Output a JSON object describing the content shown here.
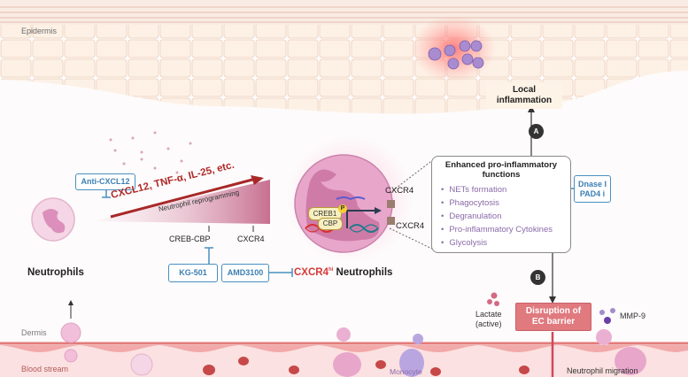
{
  "layers": {
    "epidermis": "Epidermis",
    "dermis": "Dermis",
    "blood_stream": "Blood stream"
  },
  "local_inflammation": "Local inflammation",
  "local_inflammation_lines": [
    "Local",
    "inflammation"
  ],
  "pathway_badges": [
    "A",
    "B"
  ],
  "cytokines": "CXCL12, TNF-α, IL-25, etc.",
  "reprogramming": "Neutrophil reprogramming",
  "targets": {
    "creb_cbp": "CREB-CBP",
    "cxcr4": "CXCR4"
  },
  "inhibitors": {
    "anti_cxcl12": "Anti-CXCL12",
    "kg501": "KG-501",
    "amd3100": "AMD3100",
    "dnase_lines": [
      "Dnase I",
      "PAD4 i"
    ]
  },
  "cell": {
    "creb1": "CREB1",
    "cbp": "CBP",
    "phospho": "P",
    "receptor_top": "CXCR4",
    "receptor_bottom": "CXCR4"
  },
  "neutrophils_label": "Neutrophils",
  "cxcr4hi_label": {
    "prefix": "CXCR4",
    "superscript": "hi",
    "suffix": " Neutrophils"
  },
  "functions": {
    "title_lines": [
      "Enhanced pro-inflammatory",
      "functions"
    ],
    "items": [
      "NETs formation",
      "Phagocytosis",
      "Degranulation",
      "Pro-inflammatory Cytokines",
      "Glycolysis"
    ]
  },
  "ec_barrier_lines": [
    "Disruption of",
    "EC barrier"
  ],
  "lactate_lines": [
    "Lactate",
    "(active)"
  ],
  "mmp9": "MMP-9",
  "monocyte": "Monocyte",
  "neutrophil_migration": "Neutrophil migration",
  "colors": {
    "cytokine_red": "#b02a2a",
    "inhibitor_blue": "#3c7fb3",
    "function_purple": "#8a6aa8",
    "cxcr4hi_red": "#d63a3a",
    "ec_barrier": "#e07a7f"
  }
}
